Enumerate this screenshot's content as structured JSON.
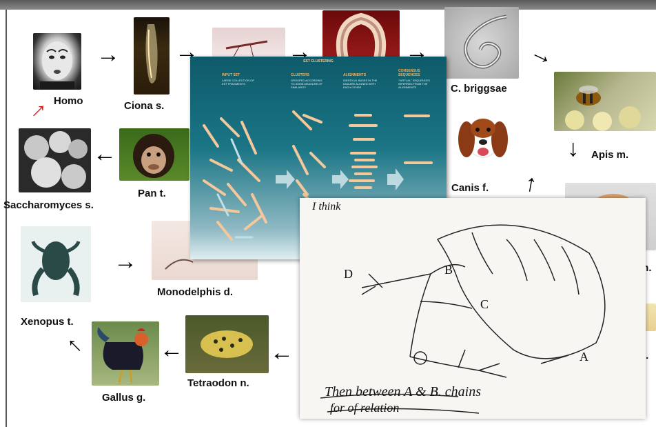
{
  "labels": {
    "homo": "Homo",
    "ciona": "Ciona s.",
    "briggsae": "C. briggsae",
    "apis": "Apis m.",
    "canis": "Canis f.",
    "pan": "Pan t.",
    "saccharomyces": "Saccharomyces s.",
    "monodelphis": "Monodelphis d.",
    "xenopus": "Xenopus t.",
    "tetraodon": "Tetraodon n.",
    "gallus": "Gallus g.",
    "partial_m": "m.",
    "partial_p": "p."
  },
  "est": {
    "title": "EST CLUSTERING",
    "columns": [
      {
        "head": "INPUT SET",
        "sub": "LARGE COLLECTION OF EST FRAGMENTS"
      },
      {
        "head": "CLUSTERS",
        "sub": "GROUPED ACCORDING TO SOME MEASURE OF SIMILARITY"
      },
      {
        "head": "ALIGNMENTS",
        "sub": "IDENTICAL BASES IN THE DNA ARE ALIGNED WITH EACH OTHER"
      },
      {
        "head": "CONSENSUS SEQUENCES",
        "sub": "\"VIRTUAL\" SEQUENCES INFERRED FROM THE ALIGNMENTS"
      }
    ]
  },
  "sketch": {
    "corner": "I think",
    "bottom_line1": "Then between A & B. chains",
    "bottom_line2": "for of relation",
    "letter_a": "A",
    "letter_b": "B",
    "letter_c": "C",
    "letter_d": "D"
  },
  "colors": {
    "arrow": "#000000",
    "red_arrow": "#e02020",
    "est_fragment": "#f4c89a",
    "est_blue": "#bfe0ea"
  }
}
